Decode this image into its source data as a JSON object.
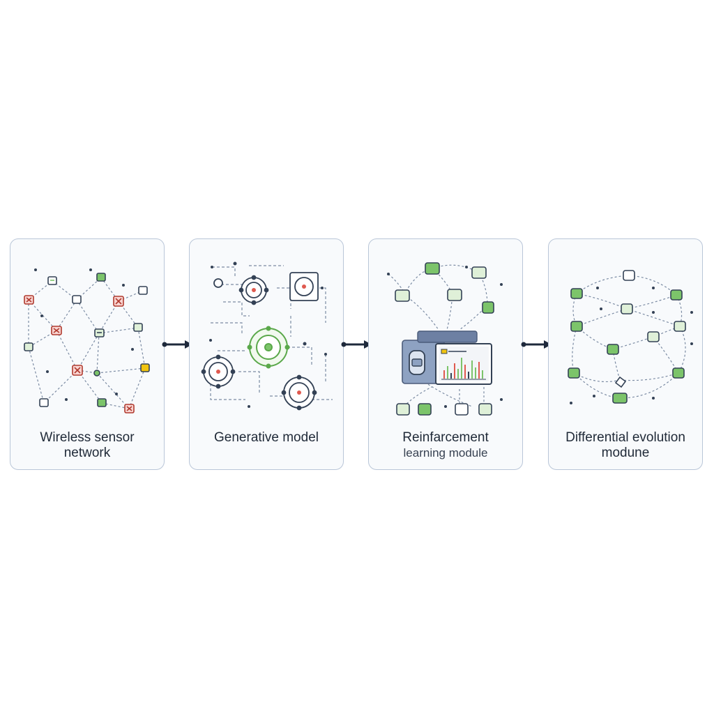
{
  "stages": [
    {
      "line1": "Wireless sensor",
      "line2": "network"
    },
    {
      "line1": "Generative model",
      "line2": ""
    },
    {
      "line1": "Reinfarcement",
      "line2": "learning module"
    },
    {
      "line1": "Differential evolution",
      "line2": "modune"
    }
  ],
  "colors": {
    "panel_border": "#b9c6d8",
    "node_stroke": "#334155",
    "active_node": "#7cc46a",
    "faulty_node": "#e05a4f",
    "edge": "#7b8ba3",
    "arrow": "#1e293b"
  },
  "icons": {
    "sensor": "sensor-node-icon",
    "faulty": "faulty-sensor-icon",
    "generator": "generator-gear-icon",
    "agent": "rl-agent-icon",
    "monitor": "chart-monitor-icon"
  }
}
